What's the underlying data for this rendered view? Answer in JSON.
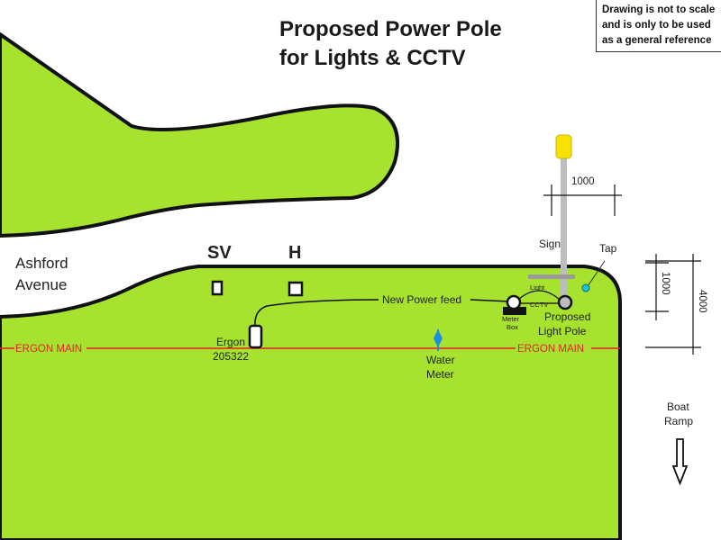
{
  "title": {
    "line1": "Proposed Power Pole",
    "line2": "for Lights & CCTV"
  },
  "note": {
    "line1": "Drawing is not to scale",
    "line2": "and is only to be used",
    "line3": "as a general reference"
  },
  "street": {
    "line1": "Ashford",
    "line2": "Avenue"
  },
  "labels": {
    "sv": "SV",
    "h": "H",
    "ergon_main": "ERGON MAIN",
    "ergon_id_1": "Ergon",
    "ergon_id_2": "205322",
    "new_power_feed": "New Power feed",
    "water_meter_1": "Water",
    "water_meter_2": "Meter",
    "meter_box_1": "Meter",
    "meter_box_2": "Box",
    "light": "Light",
    "cctv": "CCTV",
    "proposed_1": "Proposed",
    "proposed_2": "Light Pole",
    "sign": "Sign",
    "tap": "Tap",
    "dim_1000_horizontal": "1000",
    "dim_1000_vertical": "1000",
    "dim_4000": "4000",
    "boat_ramp_1": "Boat",
    "boat_ramp_2": "Ramp"
  },
  "colors": {
    "grass": "#a6e22e",
    "outline": "#111111",
    "ergon_line": "#e8202a",
    "water": "#1e8fe0",
    "tap": "#19c4d8",
    "pole": "#bdbdbd",
    "light_head": "#f7e100"
  },
  "icons": [
    "down-arrow-icon",
    "water-meter-icon",
    "tap-icon",
    "light-head-icon"
  ]
}
